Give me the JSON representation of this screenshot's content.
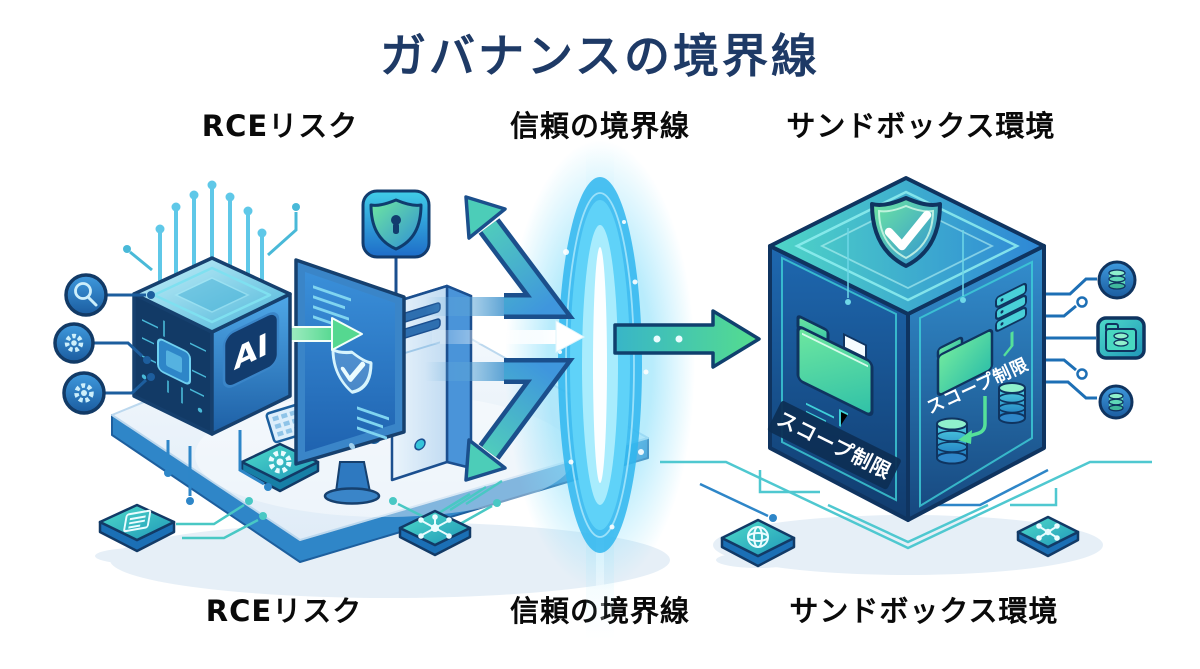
{
  "title": "ガバナンスの境界線",
  "labels": {
    "top": [
      "RCEリスク",
      "信頼の境界線",
      "サンドボックス環境"
    ],
    "bottom": [
      "RCEリスク",
      "信頼の境界線",
      "サンドボックス環境"
    ]
  },
  "chip": {
    "label": "AI"
  },
  "cube": {
    "left_scope_label": "スコープ制限",
    "right_scope_label": "スコープ制限"
  },
  "icons": {
    "left_nodes": [
      "magnifier-icon",
      "gear-icon",
      "gear-icon"
    ],
    "security_badge": "shield-lock-badge-icon",
    "screen": "shield-check-screen-icon",
    "platform_tile": "gear-tile-icon",
    "floor_tiles_left": [
      "document-tile-icon",
      "hub-tile-icon"
    ],
    "cube_top": "shield-check-cube-icon",
    "cube_faces": [
      "folder-icon",
      "folder-icon",
      "server-icon",
      "database-icon",
      "database-icon"
    ],
    "right_nodes": [
      "database-circle-icon",
      "folder-database-icon",
      "database-circle-icon"
    ],
    "floor_tiles_right": [
      "globe-tile-icon",
      "network-tile-icon"
    ]
  },
  "colors": {
    "title": "#1e3a66",
    "label": "#0a0a0a",
    "navy_outline": "#0f3460",
    "blue": "#2f86c8",
    "cyan": "#35c5f0",
    "teal": "#2fb9ac",
    "green": "#55dd8e",
    "lens_glow": "#5fd2f8"
  }
}
